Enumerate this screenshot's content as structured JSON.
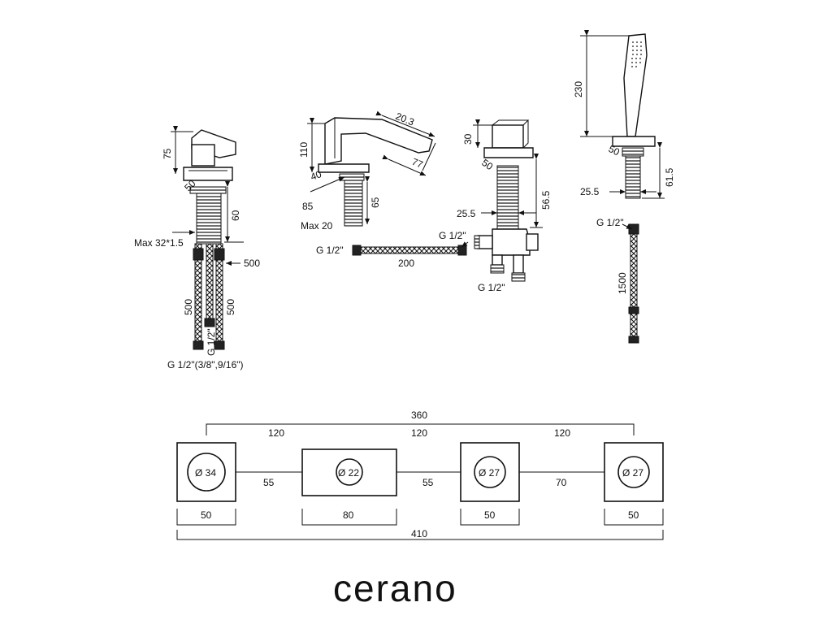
{
  "brand": "cerano",
  "components": {
    "mixer": {
      "dims": [
        "75",
        "50",
        "60",
        "500",
        "500",
        "500"
      ],
      "labels": [
        "Max 32*1.5",
        "G 1/2\"",
        "G 1/2\"(3/8\",9/16\")"
      ]
    },
    "spout": {
      "dims": [
        "110",
        "20.3",
        "77",
        "40",
        "65",
        "85"
      ],
      "labels": [
        "Max 20"
      ]
    },
    "hose_short": {
      "dims": [
        "200"
      ],
      "labels": [
        "G 1/2\"",
        "G 1/2\""
      ]
    },
    "diverter": {
      "dims": [
        "30",
        "50",
        "56.5",
        "25.5"
      ],
      "labels": [
        "G 1/2\""
      ]
    },
    "handshower": {
      "dims": [
        "230",
        "50",
        "61.5",
        "25.5",
        "1500"
      ],
      "labels": [
        "G 1/2\""
      ]
    }
  },
  "layout_dims": {
    "overall_centres": "360",
    "centres": [
      "120",
      "120",
      "120"
    ],
    "gaps": [
      "55",
      "55",
      "70"
    ],
    "holes": [
      "Ø 34",
      "Ø 22",
      "Ø 27",
      "Ø 27"
    ],
    "widths": [
      "50",
      "80",
      "50",
      "50"
    ],
    "total": "410"
  }
}
